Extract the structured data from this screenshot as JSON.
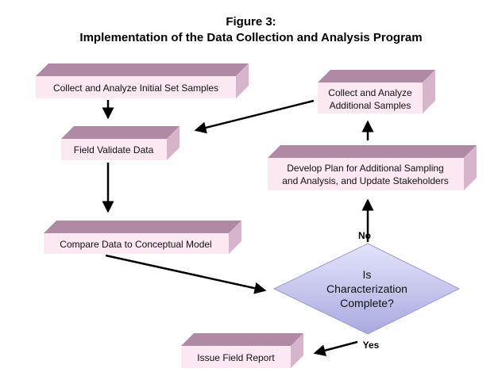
{
  "title": {
    "line1": "Figure 3:",
    "line2": "Implementation of the Data Collection and Analysis Program"
  },
  "nodes": {
    "collect_initial": "Collect and Analyze Initial Set Samples",
    "field_validate": "Field Validate Data",
    "compare_data": "Compare Data to Conceptual Model",
    "collect_additional": [
      "Collect and Analyze",
      "Additional Samples"
    ],
    "develop_plan": [
      "Develop Plan for Additional Sampling",
      "and Analysis, and Update Stakeholders"
    ],
    "decision": [
      "Is",
      "Characterization",
      "Complete?"
    ],
    "issue_report": "Issue Field Report"
  },
  "branches": {
    "no": "No",
    "yes": "Yes"
  },
  "colors": {
    "box_front": "#fce8f2",
    "box_top": "#b08aa4",
    "box_side": "#d6b4c9",
    "diamond_fill": "#c9c9f2",
    "arrow": "#000000"
  }
}
